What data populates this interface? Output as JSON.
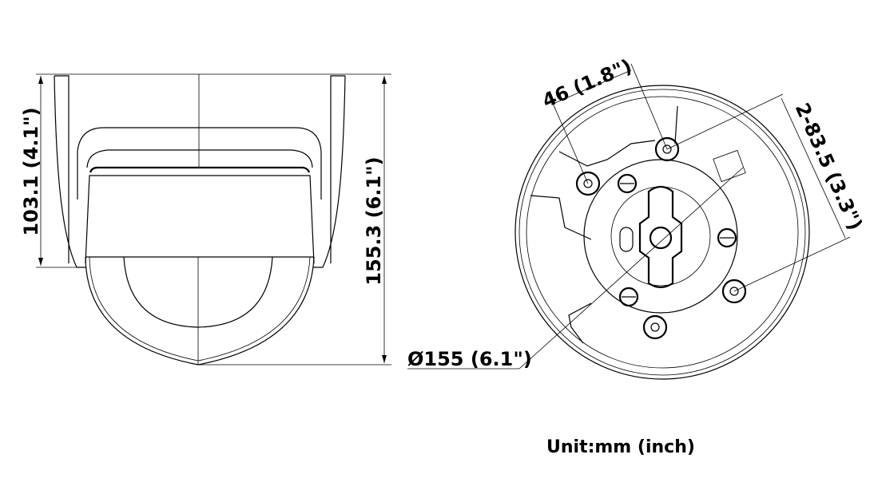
{
  "side_view": {
    "dim_mount_height": "103.1 (4.1\")",
    "dim_total_height": "155.3 (6.1\")"
  },
  "bottom_view": {
    "dim_hole_spacing": "46 (1.8\")",
    "dim_hole_pitch": "2-83.5 (3.3\")",
    "dim_diameter": "Ø155 (6.1\")"
  },
  "unit_note": "Unit:mm (inch)"
}
